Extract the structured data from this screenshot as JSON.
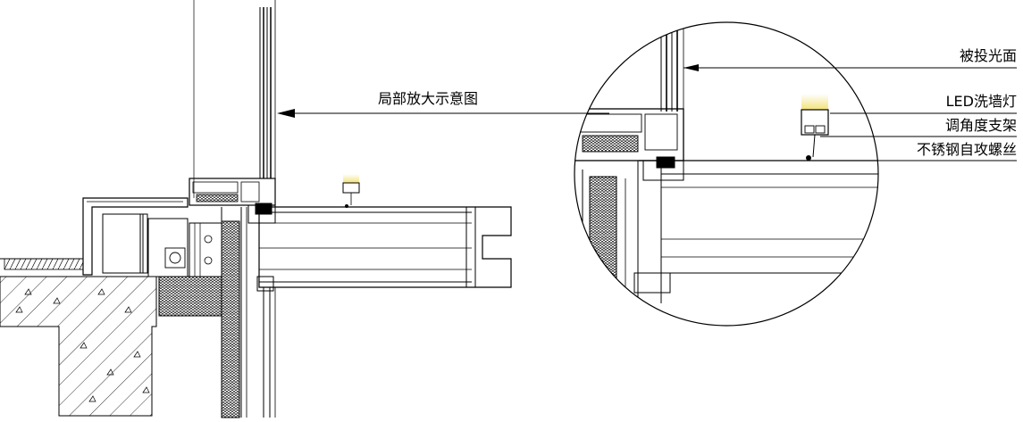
{
  "labels": {
    "detail_view": "局部放大示意图",
    "lit_surface": "被投光面",
    "led_light": "LED洗墙灯",
    "bracket": "调角度支架",
    "screw": "不锈钢自攻螺丝"
  },
  "colors": {
    "line": "#000000",
    "led_glow": "#f2e27a",
    "background": "#ffffff"
  }
}
